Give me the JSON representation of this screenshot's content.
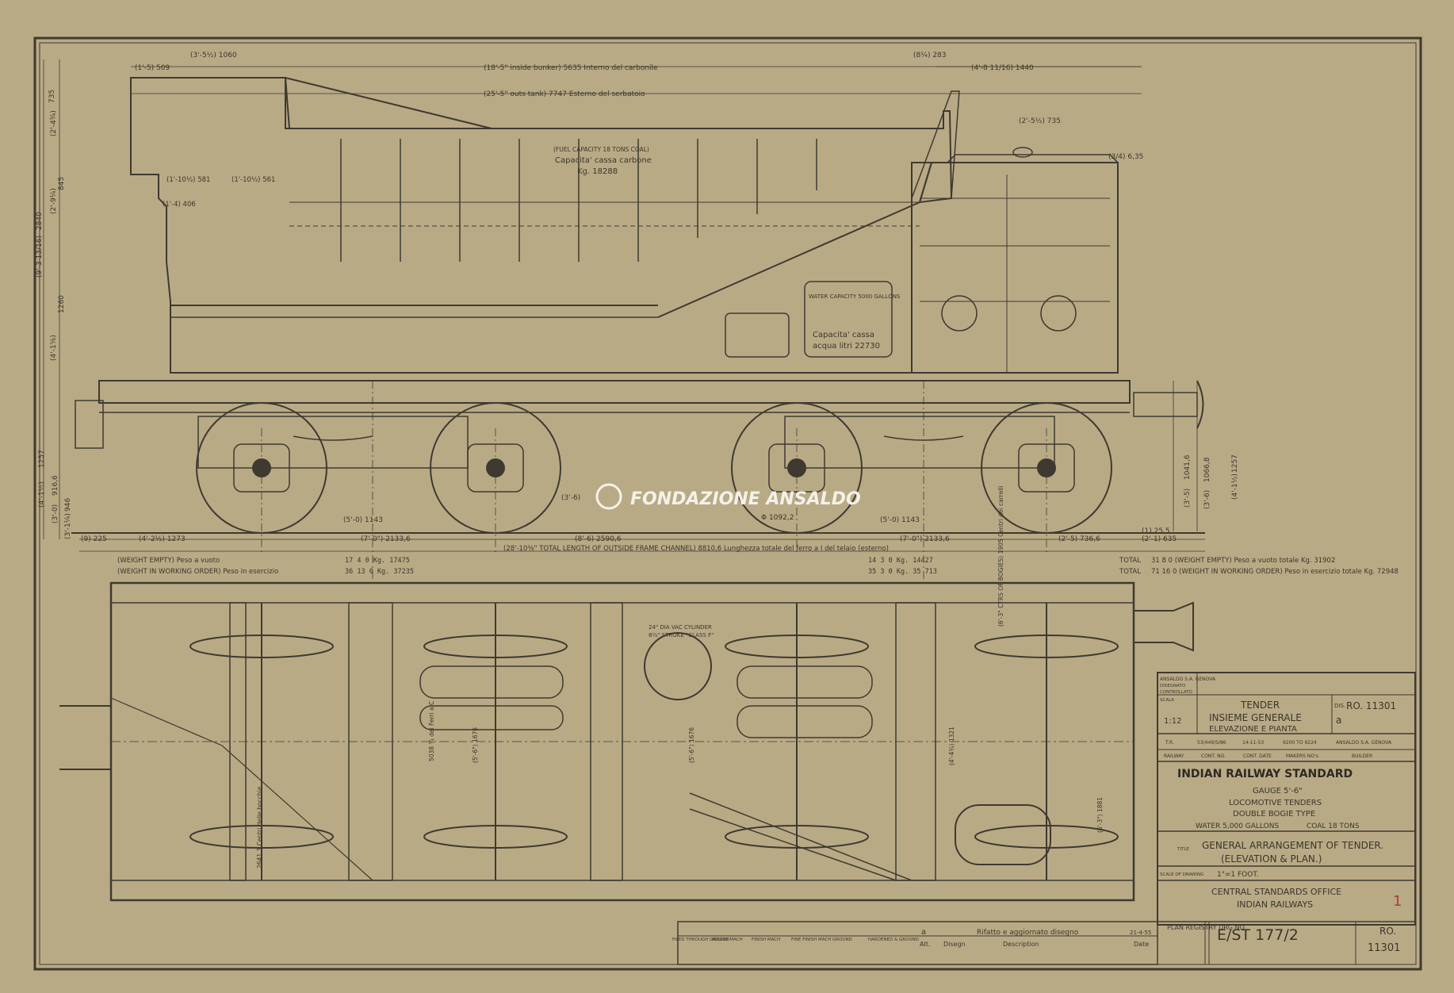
{
  "elevation": {
    "dims_top": {
      "d1": "(1'-5) 509",
      "d2": "(3'-5½) 1060",
      "d3": "(18'-5\" inside bunker) 5635 Interno del carbonile",
      "d4": "(25'-5\" outs tank) 7747 Esterno del serbatoio",
      "d5": "(8¼) 283",
      "d6": "(4'-8 11/16) 1440",
      "d7": "(2'-5½) 735",
      "d8": "(1'-10½) 581",
      "d9": "(1'-10½) 561",
      "d10": "(1'-4) 406"
    },
    "dims_left": [
      "735",
      "(2'-4¾)",
      "845",
      "(2'-9¼)",
      "2840",
      "(9'-3 13/16)",
      "1260",
      "(4'-1⅝)",
      "1257",
      "(4'-1½)",
      "946",
      "(3'-1¼)",
      "916,6",
      "(3'-0)"
    ],
    "dims_right": [
      "1041,6",
      "(3'-5)",
      "1066,8",
      "(3'-6)",
      "1257",
      "(4'-1½)",
      "(3/4) 6,35"
    ],
    "fuel_capacity": "(FUEL CAPACITY 18 TONS COAL)",
    "coal_capacity_label": "Capacita' cassa carbone",
    "coal_capacity_value": "Kg. 18288",
    "water_capacity": "WATER CAPACITY 5000 GALLONS",
    "water_label": "Capacita' cassa",
    "water_value": "acqua litri 22730",
    "axle_spacing": [
      "(5'-0) 1143",
      "(5'-0) 1143"
    ],
    "wheel_dia": "Φ 1092,2",
    "wheel_dia_imp": "(3'-6)",
    "bottom_dims": [
      "(9) 225",
      "(4'-2½) 1273",
      "(7'-0\") 2133,6",
      "(8'-6) 2590,6",
      "(7'-0\") 2133,6",
      "(2'-5) 736,6",
      "(2'-1) 635",
      "(1) 25,5"
    ],
    "total_length": "(28'-10⅜\" TOTAL LENGTH OF OUTSIDE FRAME CHANNEL) 8810,6 Lunghezza totale del ferro a I del telaio (esterno)",
    "weight_empty": "(WEIGHT EMPTY) Peso a vuoto",
    "weight_working": "(WEIGHT IN WORKING ORDER) Peso in esercizio",
    "w_left_empty": "17  4  0   Kg. 17475",
    "w_left_working": "36  13  0   Kg. 37235",
    "w_right_empty": "14  3  0   Kg. 14427",
    "w_right_working": "35  3  0   Kg. 35 713",
    "total_label": "TOTAL",
    "total_empty": "31  8  0  (WEIGHT EMPTY) Peso a vuoto totale Kg. 31902",
    "total_working": "71  16  0  (WEIGHT IN WORKING ORDER) Peso in esercizio totale Kg. 72948"
  },
  "plan": {
    "cylinder_note": "24\" DIA VAC CYLINDER",
    "cylinder_note2": "8½\" STROKE \"CLASS F\"",
    "notes": [
      "(6'-3\" CTRS OF BOGIES) 1905 Centri dei carrelli",
      "5038 ¾ dei Ferri a C",
      "(5'-6\") 1676",
      "(5'-6\") 1676",
      "(4'-4¾) 1321",
      "(6'-3\") 1881",
      "2641,3 Centri delle bocchie"
    ]
  },
  "title_block": {
    "company": "ANSALDO S.A. GENOVA",
    "drawn": "DISEGNATO",
    "checked": "CONTROLLATO",
    "scale_label": "SCALA",
    "scale": "1:12",
    "title1": "TENDER",
    "title2": "INSIEME GENERALE",
    "title3": "ELEVAZIONE E PIANTA",
    "drawing_no_label": "DIS.",
    "drawing_no": "RO. 11301",
    "rev": "a",
    "row_vals": [
      "T.R.",
      "53/449/S/86",
      "14-11-53",
      "9200 TO 9224",
      "ANSALDO S.A. GENOVA"
    ],
    "row_lbls": [
      "RAILWAY",
      "CONT. NO.",
      "CONT. DATE",
      "MAKERS NO's",
      "BUILDER"
    ],
    "standard": "INDIAN RAILWAY STANDARD",
    "gauge": "GAUGE 5'-6\"",
    "type1": "LOCOMOTIVE TENDERS",
    "type2": "DOUBLE BOGIE TYPE",
    "water": "WATER 5,000 GALLONS",
    "coal": "COAL 18 TONS",
    "title_lbl": "TITLE",
    "main_title1": "GENERAL ARRANGEMENT OF TENDER.",
    "main_title2": "(ELEVATION & PLAN.)",
    "scale_of_drawing_lbl": "SCALE OF DRAWING",
    "scale_of_drawing": "1\"=1 FOOT.",
    "office1": "CENTRAL STANDARDS OFFICE",
    "office2": "INDIAN RAILWAYS",
    "red_mark": "1",
    "plan_registry": "PLAN REGISTRY DRG NO.",
    "registry_no": "E/ST 177/2",
    "ro": "RO.",
    "ro_no": "11301"
  },
  "finish_symbols": [
    {
      "label": "FILED THROUGH GROUND"
    },
    {
      "label": "ROUGH MACH"
    },
    {
      "label": "FINISH MACH"
    },
    {
      "label": "FINE FINISH MACH"
    },
    {
      "label": "GROUND"
    },
    {
      "label": "HARDENED & GROUND"
    }
  ],
  "revision": {
    "alt_lbl": "Alt.",
    "dis_lbl": "Disegn",
    "desc_lbl": "Description",
    "date_lbl": "Date",
    "entry": "Rifatto e aggiornato disegno",
    "entry_date": "21-4-55",
    "alt": "a"
  },
  "watermark": "FONDAZIONE ANSALDO",
  "colors": {
    "paper": "#b9aa86",
    "ink": "#3e3a30",
    "red": "#b23a2a"
  }
}
